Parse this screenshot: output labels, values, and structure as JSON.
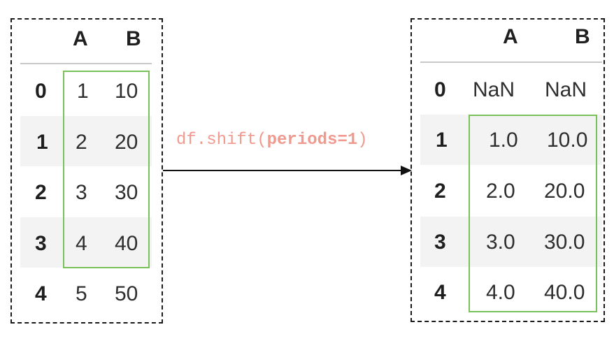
{
  "left_table": {
    "columns": [
      "A",
      "B"
    ],
    "index": [
      "0",
      "1",
      "2",
      "3",
      "4"
    ],
    "rows": [
      [
        "1",
        "10"
      ],
      [
        "2",
        "20"
      ],
      [
        "3",
        "30"
      ],
      [
        "4",
        "40"
      ],
      [
        "5",
        "50"
      ]
    ]
  },
  "right_table": {
    "columns": [
      "A",
      "B"
    ],
    "index": [
      "0",
      "1",
      "2",
      "3",
      "4"
    ],
    "rows": [
      [
        "NaN",
        "NaN"
      ],
      [
        "1.0",
        "10.0"
      ],
      [
        "2.0",
        "20.0"
      ],
      [
        "3.0",
        "30.0"
      ],
      [
        "4.0",
        "40.0"
      ]
    ]
  },
  "operation": {
    "prefix": "df.shift(",
    "argument": "periods=1",
    "suffix": ")"
  },
  "colors": {
    "highlight_box": "#7bc15a",
    "operation_text": "#f09a8f",
    "stripe": "#f3f3f3"
  }
}
